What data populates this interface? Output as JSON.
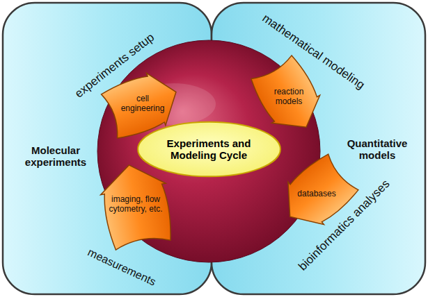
{
  "diagram": {
    "nodes": [
      {
        "text": [
          "Molecular experiments"
        ]
      },
      {
        "text": [
          "Quantitative models"
        ]
      },
      {
        "text": [
          "cell engineering"
        ]
      },
      {
        "text": [
          "reaction models"
        ]
      },
      {
        "text": [
          "Experiments and Modeling Cycle"
        ]
      },
      {
        "text": [
          "imaging, flow cytometry, etc."
        ]
      },
      {
        "text": [
          "databases"
        ]
      }
    ],
    "labels": [
      "experiments setup",
      "mathematical modeling",
      "measurements",
      "bioinformatics analyses"
    ]
  }
}
